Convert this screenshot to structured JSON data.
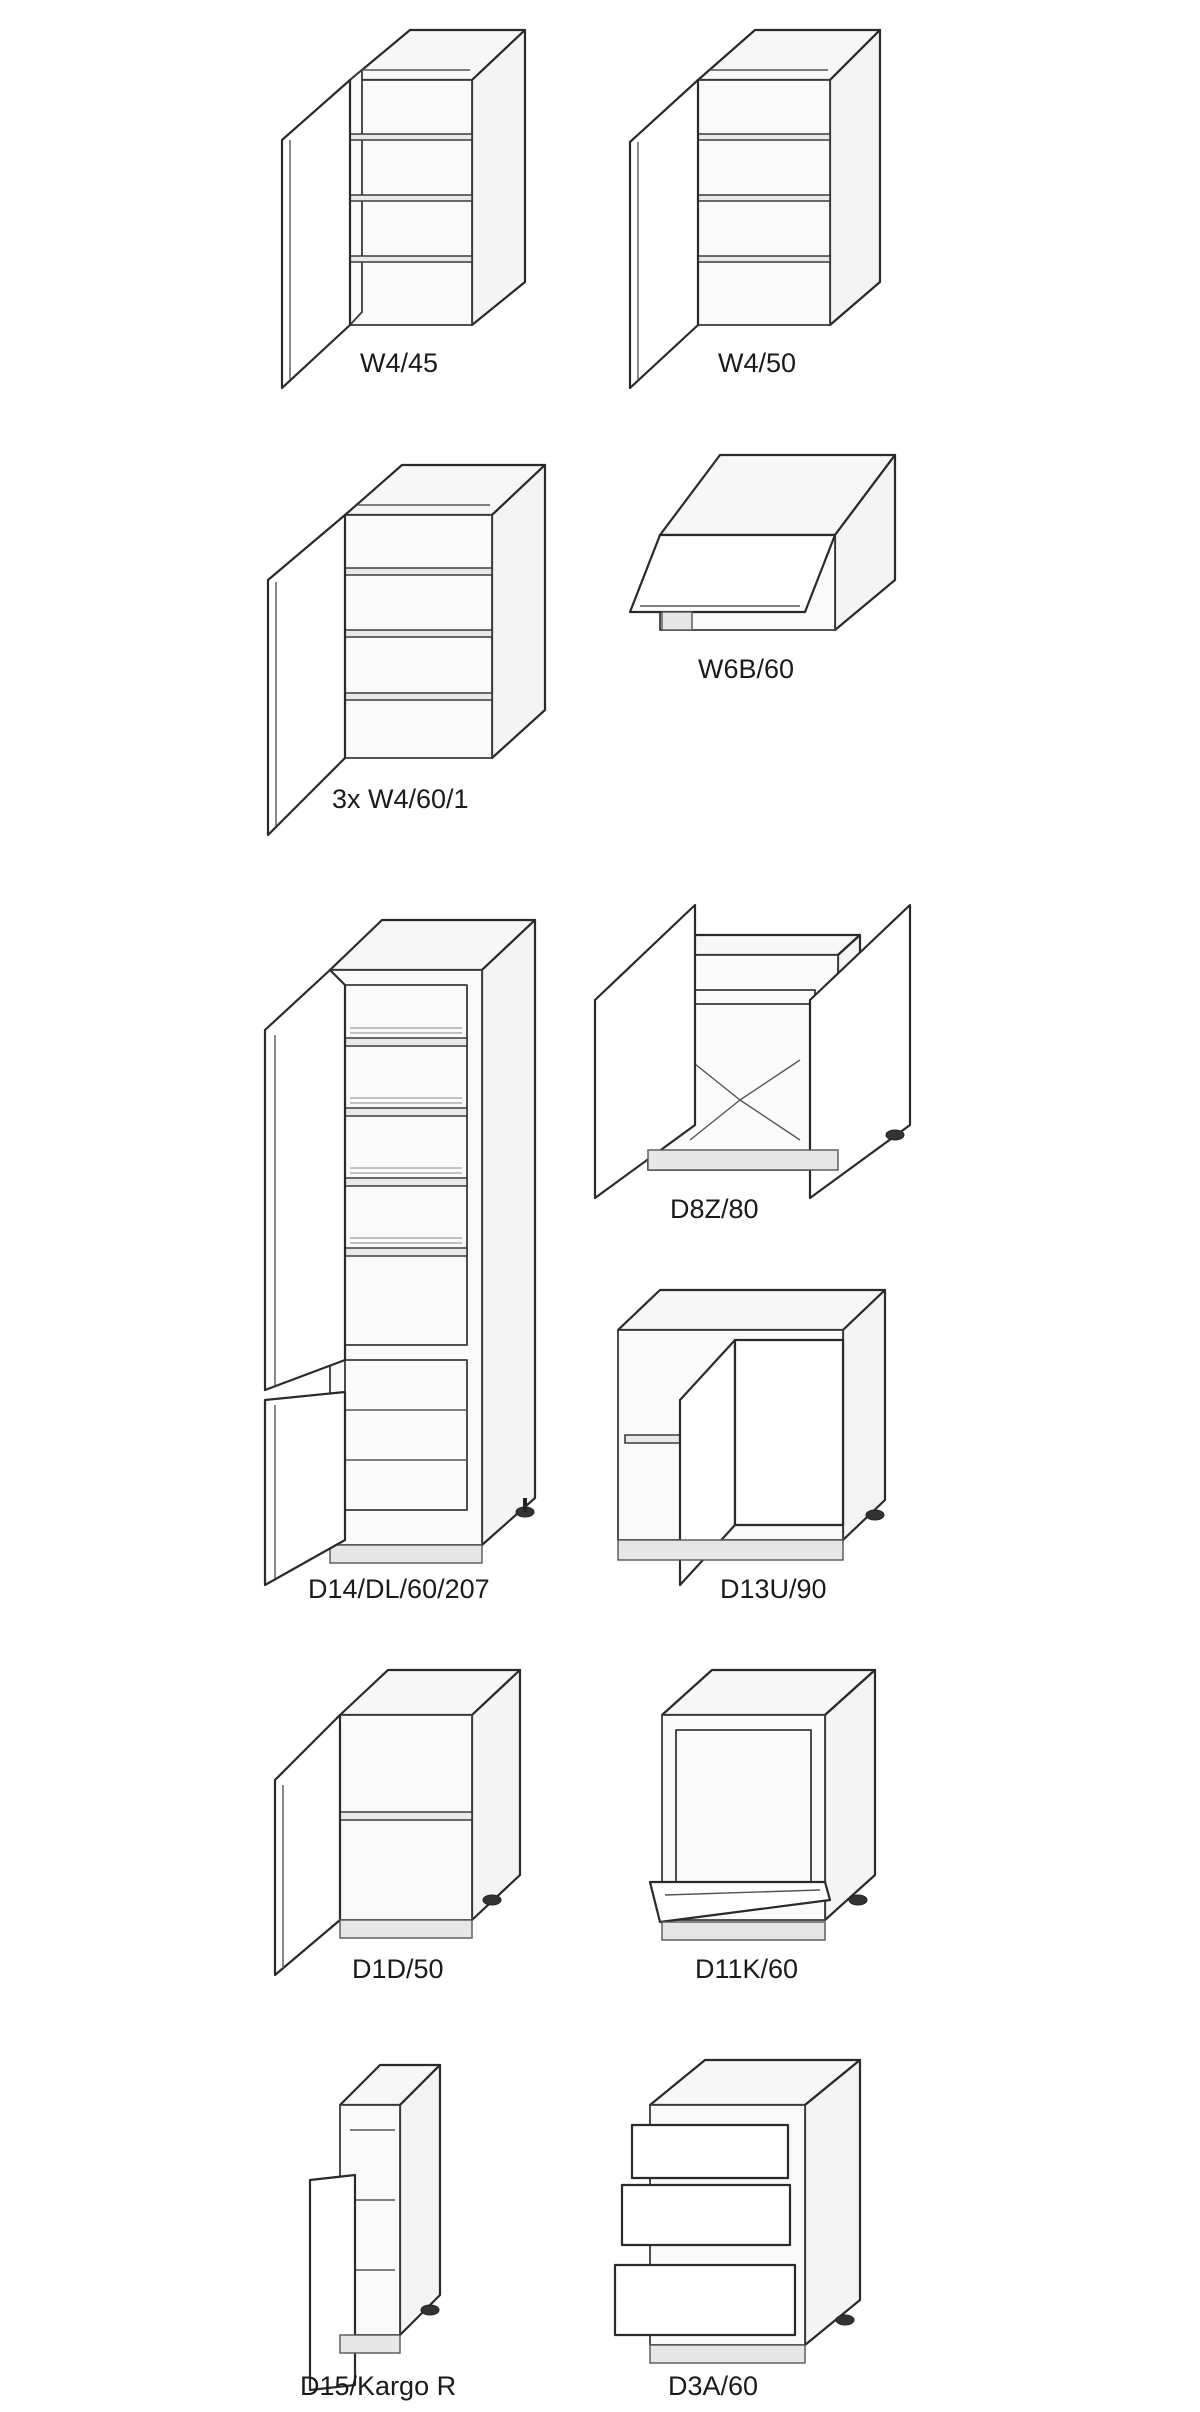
{
  "labels": {
    "w4_45": "W4/45",
    "w4_50": "W4/50",
    "w4_60_1": "3x W4/60/1",
    "w6b_60": "W6B/60",
    "d14": "D14/DL/60/207",
    "d8z_80": "D8Z/80",
    "d13u_90": "D13U/90",
    "d1d_50": "D1D/50",
    "d11k_60": "D11K/60",
    "d15": "D15/Kargo R",
    "d3a_60": "D3A/60"
  }
}
